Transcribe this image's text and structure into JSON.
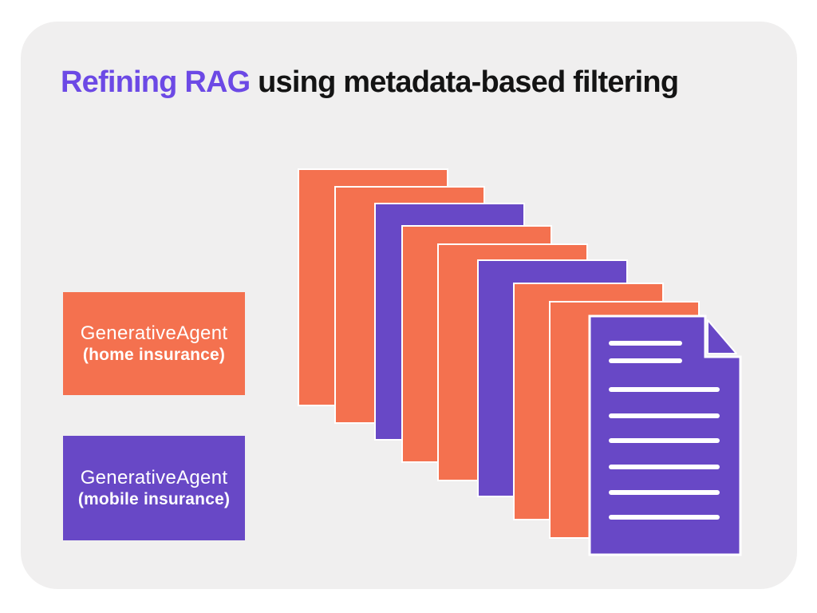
{
  "colors": {
    "orange": "#F4714F",
    "purple": "#6848C6",
    "title_purple": "#6C49E5",
    "card_bg": "#F0EFEF",
    "page_bg": "#FFFFFF",
    "ink": "#141414",
    "doc_line": "#FFFFFF"
  },
  "title": {
    "highlight": "Refining RAG",
    "rest": " using metadata-based filtering"
  },
  "agents": [
    {
      "name": "GenerativeAgent",
      "qualifier": "(home insurance)",
      "color_key": "orange"
    },
    {
      "name": "GenerativeAgent",
      "qualifier": "(mobile insurance)",
      "color_key": "purple"
    }
  ],
  "stack": {
    "docs": [
      {
        "color_key": "orange"
      },
      {
        "color_key": "orange"
      },
      {
        "color_key": "purple"
      },
      {
        "color_key": "orange"
      },
      {
        "color_key": "orange"
      },
      {
        "color_key": "purple"
      },
      {
        "color_key": "orange"
      },
      {
        "color_key": "orange"
      },
      {
        "color_key": "purple",
        "front": true,
        "has_folded_corner": true,
        "text_line_count": 8,
        "short_line_count": 2
      }
    ]
  }
}
